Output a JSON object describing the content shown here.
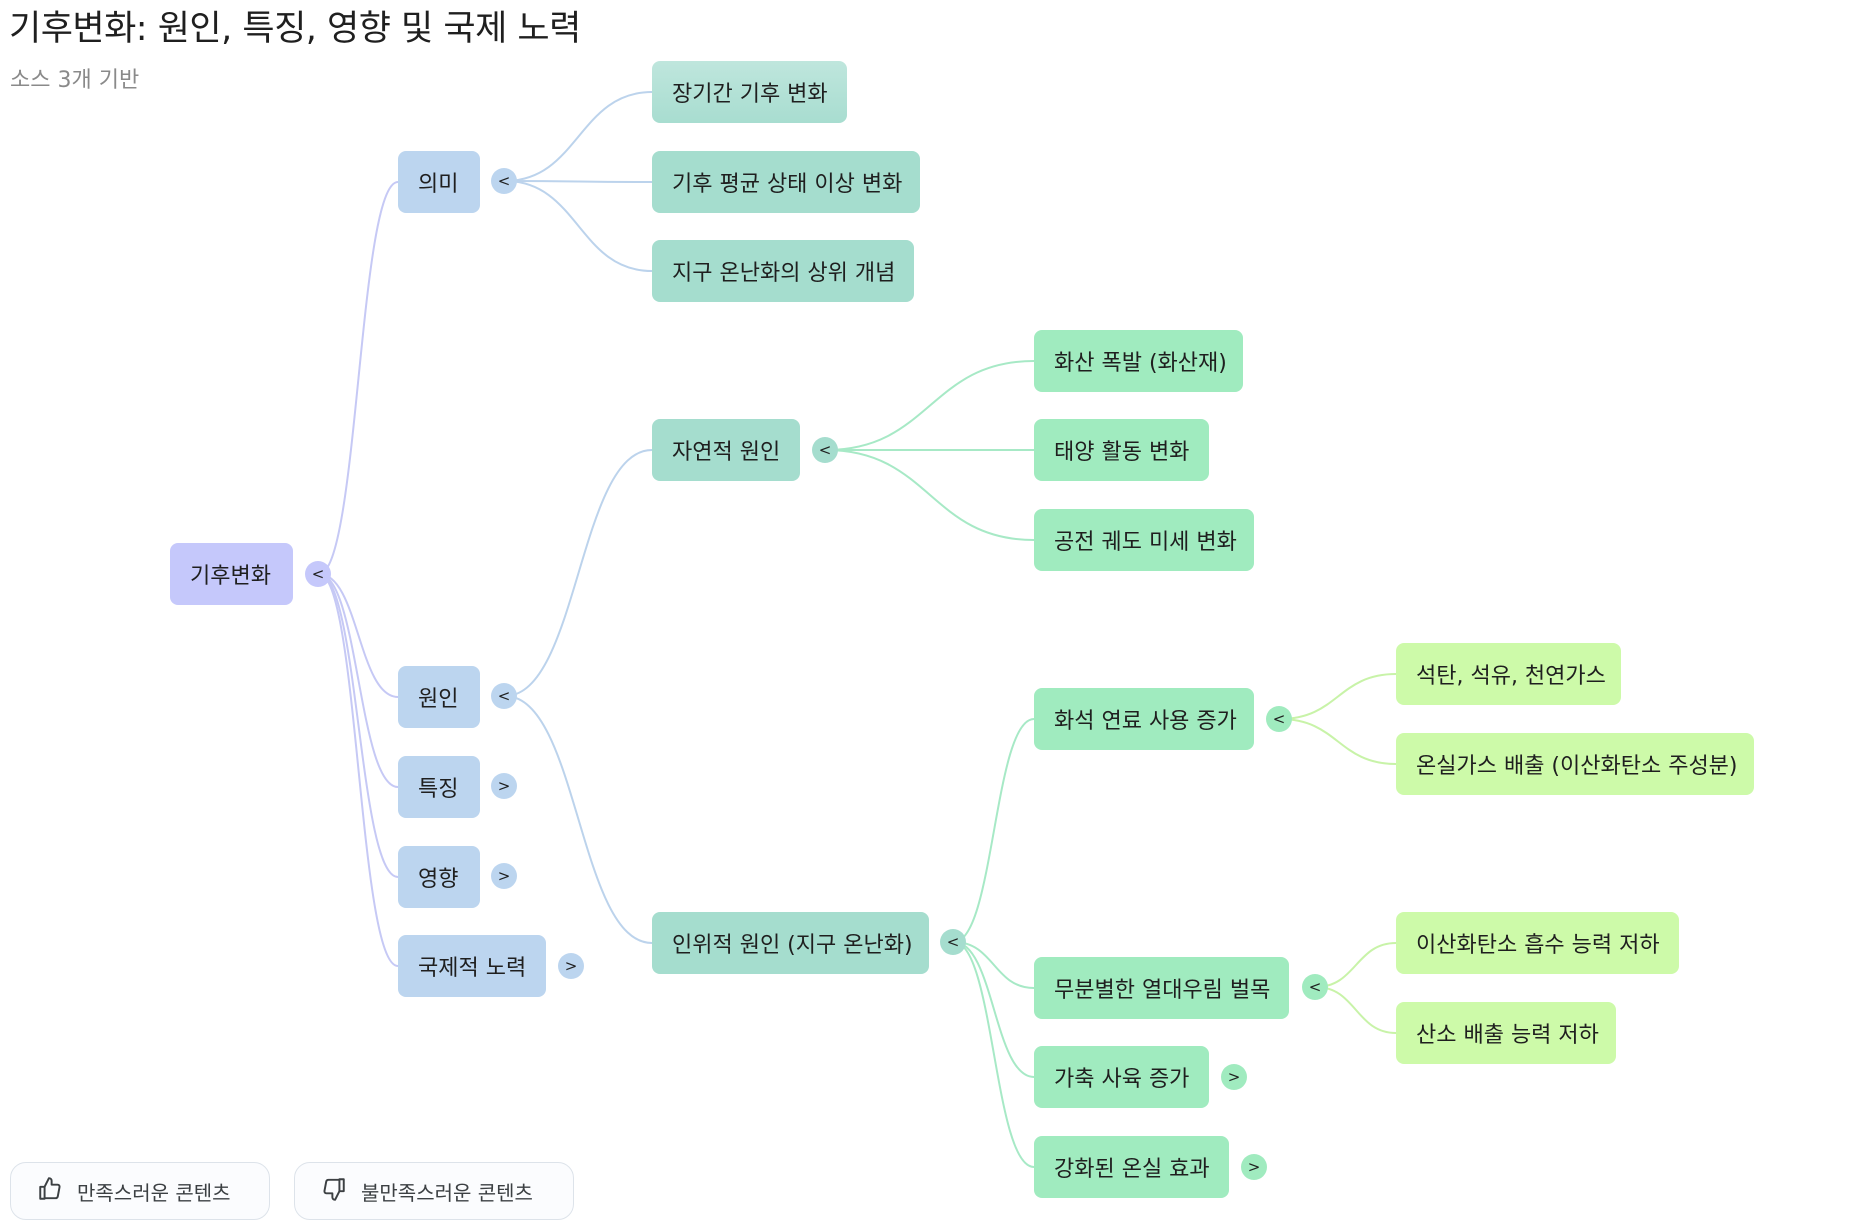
{
  "header": {
    "title": "기후변화: 원인, 특징, 영향 및 국제 노력",
    "subtitle": "소스 3개 기반"
  },
  "mindmap": {
    "root": {
      "label": "기후변화",
      "toggle": "<"
    },
    "meaning": {
      "label": "의미",
      "toggle": "<",
      "children": [
        "장기간 기후 변화",
        "기후 평균 상태 이상 변화",
        "지구 온난화의 상위 개념"
      ]
    },
    "cause": {
      "label": "원인",
      "toggle": "<",
      "natural": {
        "label": "자연적 원인",
        "toggle": "<",
        "children": [
          "화산 폭발 (화산재)",
          "태양 활동 변화",
          "공전 궤도 미세 변화"
        ]
      },
      "human": {
        "label": "인위적 원인 (지구 온난화)",
        "toggle": "<",
        "fossil": {
          "label": "화석 연료 사용 증가",
          "toggle": "<",
          "children": [
            "석탄, 석유, 천연가스",
            "온실가스 배출 (이산화탄소 주성분)"
          ]
        },
        "deforestation": {
          "label": "무분별한 열대우림 벌목",
          "toggle": "<",
          "children": [
            "이산화탄소 흡수 능력 저하",
            "산소 배출 능력 저하"
          ]
        },
        "livestock": {
          "label": "가축 사육 증가",
          "toggle": ">"
        },
        "greenhouse": {
          "label": "강화된 온실 효과",
          "toggle": ">"
        }
      }
    },
    "features": {
      "label": "특징",
      "toggle": ">"
    },
    "impact": {
      "label": "영향",
      "toggle": ">"
    },
    "international": {
      "label": "국제적 노력",
      "toggle": ">"
    }
  },
  "feedback": {
    "positive": "만족스러운 콘텐츠",
    "negative": "불만족스러운 콘텐츠"
  },
  "colors": {
    "edge_level1": "#c6c9f5",
    "edge_level2": "#bcd3ec",
    "edge_level3": "#a7e9c6",
    "edge_level4": "#c8f3a8"
  }
}
